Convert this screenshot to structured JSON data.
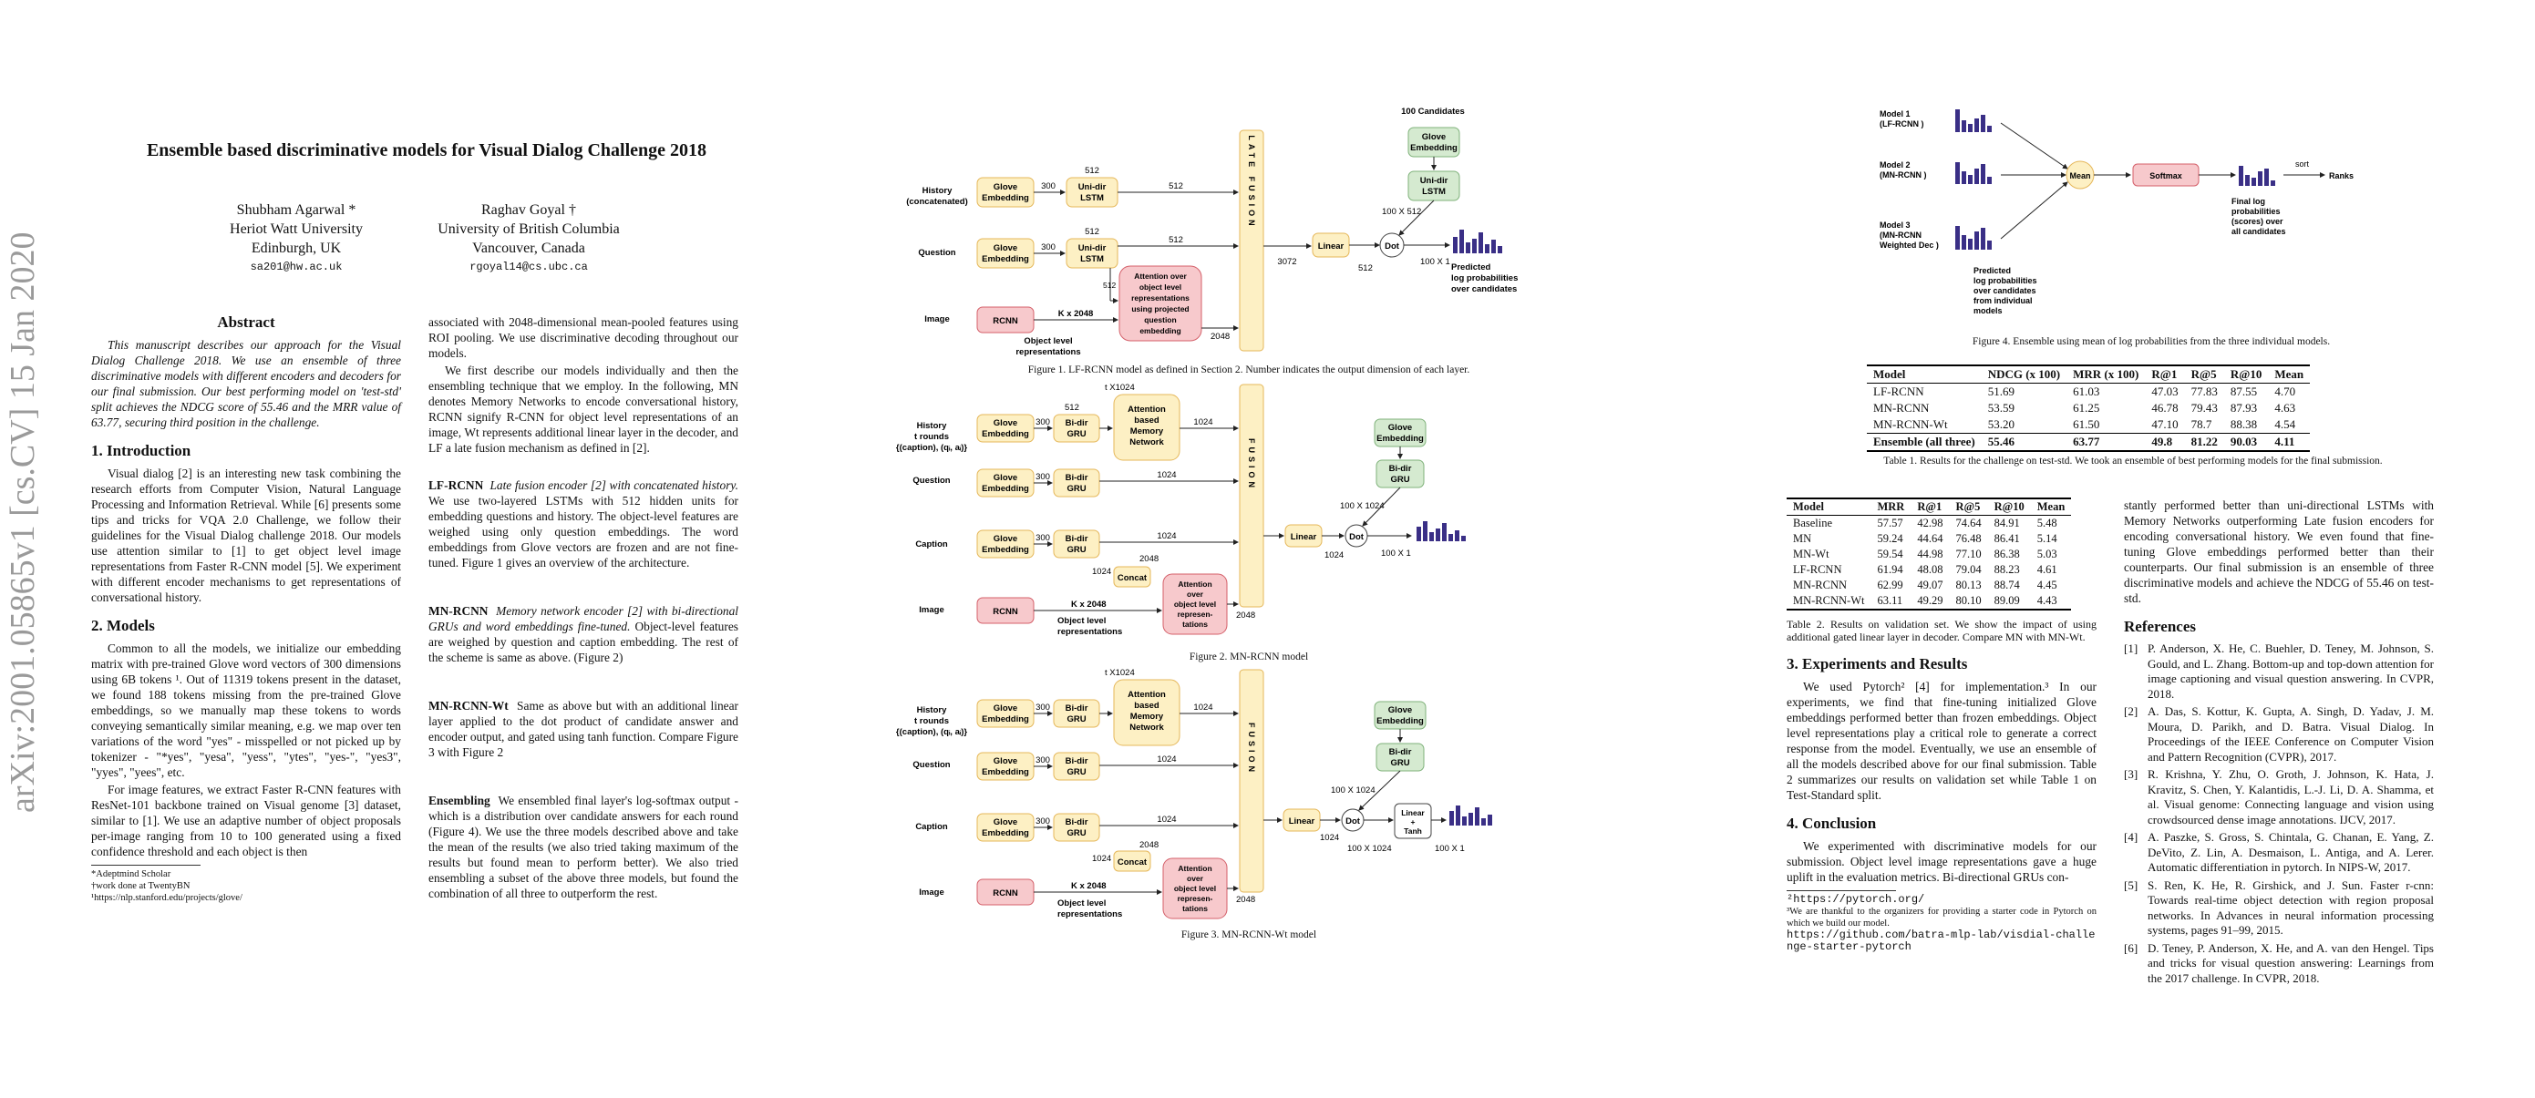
{
  "arxiv_stamp": "arXiv:2001.05865v1  [cs.CV]  15 Jan 2020",
  "paper": {
    "title": "Ensemble based discriminative models for Visual Dialog Challenge 2018",
    "authors": [
      {
        "name": "Shubham Agarwal *",
        "affil": "Heriot Watt University",
        "loc": "Edinburgh, UK",
        "email": "sa201@hw.ac.uk"
      },
      {
        "name": "Raghav Goyal †",
        "affil": "University of British Columbia",
        "loc": "Vancouver, Canada",
        "email": "rgoyal14@cs.ubc.ca"
      }
    ],
    "abstract_heading": "Abstract",
    "abstract": "This manuscript describes our approach for the Visual Dialog Challenge 2018. We use an ensemble of three discriminative models with different encoders and decoders for our final submission. Our best performing model on 'test-std' split achieves the NDCG score of 55.46 and the MRR value of 63.77, securing third position in the challenge.",
    "sec1_heading": "1. Introduction",
    "sec1_p1": "Visual dialog [2] is an interesting new task combining the research efforts from Computer Vision, Natural Language Processing and Information Retrieval. While [6] presents some tips and tricks for VQA 2.0 Challenge, we follow their guidelines for the Visual Dialog challenge 2018. Our models use attention similar to [1] to get object level image representations from Faster R-CNN model [5]. We experiment with different encoder mechanisms to get representations of conversational history.",
    "sec2_heading": "2. Models",
    "sec2_p1": "Common to all the models, we initialize our embedding matrix with pre-trained Glove word vectors of 300 dimensions using 6B tokens ¹. Out of 11319 tokens present in the dataset, we found 188 tokens missing from the pre-trained Glove embeddings, so we manually map these tokens to words conveying semantically similar meaning, e.g. we map over ten variations of the word \"yes\" - misspelled or not picked up by tokenizer - \"*yes\", \"yesa\", \"yess\", \"ytes\", \"yes-\", \"yes3\", \"yyes\", \"yees\", etc.",
    "sec2_p2": "For image features, we extract Faster R-CNN features with ResNet-101 backbone trained on Visual genome [3] dataset, similar to [1]. We use an adaptive number of object proposals per-image ranging from 10 to 100 generated using a fixed confidence threshold and each object is then",
    "footnotes_p1": [
      "*Adeptmind Scholar",
      "†work done at TwentyBN",
      "¹https://nlp.stanford.edu/projects/glove/"
    ],
    "col2_p1": "associated with 2048-dimensional mean-pooled features using ROI pooling. We use discriminative decoding throughout our models.",
    "col2_p2": "We first describe our models individually and then the ensembling technique that we employ. In the following, MN denotes Memory Networks to encode conversational history, RCNN signify R-CNN for object level representations of an image, Wt represents additional linear layer in the decoder, and LF a late fusion mechanism as defined in [2].",
    "lf_head": "LF-RCNN",
    "lf_em": "Late fusion encoder [2] with concatenated history.",
    "lf_text": " We use two-layered LSTMs with 512 hidden units for embedding questions and history. The object-level features are weighed using only question embeddings. The word embeddings from Glove vectors are frozen and are not fine-tuned. Figure 1 gives an overview of the architecture.",
    "mn_head": "MN-RCNN",
    "mn_em": "Memory network encoder [2] with bi-directional GRUs and word embeddings fine-tuned.",
    "mn_text": " Object-level features are weighed by question and caption embedding. The rest of the scheme is same as above. (Figure 2)",
    "mnw_head": "MN-RCNN-Wt",
    "mnw_text": "Same as above but with an additional linear layer applied to the dot product of candidate answer and encoder output, and gated using tanh function. Compare Figure 3 with Figure 2",
    "ens_head": "Ensembling",
    "ens_text": "We ensembled final layer's log-softmax output - which is a distribution over candidate answers for each round (Figure 4). We use the three models described above and take the mean of the results (we also tried taking maximum of the results but found mean to perform better). We also tried ensembling a subset of the above three models, but found the combination of all three to outperform the rest."
  },
  "figures": {
    "fig1_caption": "Figure 1. LF-RCNN model as defined in Section 2. Number indicates the output dimension of each layer.",
    "fig2_caption": "Figure 2. MN-RCNN model",
    "fig3_caption": "Figure 3. MN-RCNN-Wt model",
    "fig4_caption": "Figure 4. Ensemble using mean of log probabilities from the three individual models.",
    "labels": {
      "history_concat": "History",
      "concatenated": "(concatenated)",
      "question": "Question",
      "image": "Image",
      "caption": "Caption",
      "history_t": "History",
      "t_rounds": "t rounds",
      "caption_qa": "{(caption), (qᵢ, aᵢ)}",
      "glove_emb": "Glove",
      "embedding": "Embedding",
      "unidir": "Uni-dir",
      "lstm": "LSTM",
      "bidir": "Bi-dir",
      "gru": "GRU",
      "rcnn": "RCNN",
      "late_fusion": "LATE FUSION",
      "fusion": "FUSION",
      "linear": "Linear",
      "dot": "Dot",
      "concat": "Concat",
      "attn_mem": [
        "Attention",
        "based",
        "Memory",
        "Network"
      ],
      "attn_obj_q": [
        "Attention over",
        "object level",
        "representations",
        "using projected",
        "question",
        "embedding"
      ],
      "attn_obj": [
        "Attention",
        "over",
        "object level",
        "represen-",
        "tations"
      ],
      "candidates": "100 Candidates",
      "predicted": [
        "Predicted",
        "log probabilities",
        "over candidates"
      ],
      "obj_level": [
        "Object level",
        "representations"
      ],
      "kx2048": "K x 2048",
      "linear_tanh": [
        "Linear",
        "+",
        "Tanh"
      ],
      "dims": {
        "d300": "300",
        "d512": "512",
        "d1024": "1024",
        "d2048": "2048",
        "d3072": "3072",
        "t1024": "t X1024",
        "x512": "100 X 512",
        "x1024": "100 X 1024",
        "x1": "100 X 1"
      },
      "fig4": {
        "m1": [
          "Model 1",
          "(LF-RCNN )"
        ],
        "m2": [
          "Model 2",
          "(MN-RCNN )"
        ],
        "m3": [
          "Model 3",
          "(MN-RCNN",
          "Weighted Dec )"
        ],
        "mean": "Mean",
        "softmax": "Softmax",
        "sort": "sort",
        "ranks": "Ranks",
        "pred": [
          "Predicted",
          "log probabilities",
          "over candidates",
          "from individual",
          "models"
        ],
        "final": [
          "Final log",
          "probabilities",
          "(scores) over",
          "all candidates"
        ]
      }
    }
  },
  "table1": {
    "headers": [
      "Model",
      "NDCG (x 100)",
      "MRR (x 100)",
      "R@1",
      "R@5",
      "R@10",
      "Mean"
    ],
    "rows": [
      [
        "LF-RCNN",
        "51.69",
        "61.03",
        "47.03",
        "77.83",
        "87.55",
        "4.70"
      ],
      [
        "MN-RCNN",
        "53.59",
        "61.25",
        "46.78",
        "79.43",
        "87.93",
        "4.63"
      ],
      [
        "MN-RCNN-Wt",
        "53.20",
        "61.50",
        "47.10",
        "78.7",
        "88.38",
        "4.54"
      ],
      [
        "Ensemble (all three)",
        "55.46",
        "63.77",
        "49.8",
        "81.22",
        "90.03",
        "4.11"
      ]
    ],
    "caption": "Table 1. Results for the challenge on test-std. We took an ensemble of best performing models for the final submission."
  },
  "table2": {
    "headers": [
      "Model",
      "MRR",
      "R@1",
      "R@5",
      "R@10",
      "Mean"
    ],
    "rows": [
      [
        "Baseline",
        "57.57",
        "42.98",
        "74.64",
        "84.91",
        "5.48"
      ],
      [
        "MN",
        "59.24",
        "44.64",
        "76.48",
        "86.41",
        "5.14"
      ],
      [
        "MN-Wt",
        "59.54",
        "44.98",
        "77.10",
        "86.38",
        "5.03"
      ],
      [
        "LF-RCNN",
        "61.94",
        "48.08",
        "79.04",
        "88.23",
        "4.61"
      ],
      [
        "MN-RCNN",
        "62.99",
        "49.07",
        "80.13",
        "88.74",
        "4.45"
      ],
      [
        "MN-RCNN-Wt",
        "63.11",
        "49.29",
        "80.10",
        "89.09",
        "4.43"
      ]
    ],
    "caption": "Table 2. Results on validation set. We show the impact of using additional gated linear layer in decoder. Compare MN with MN-Wt."
  },
  "sec3": {
    "heading": "3. Experiments and Results",
    "text": "We used Pytorch² [4] for implementation.³ In our experiments, we find that fine-tuning initialized Glove embeddings performed better than frozen embeddings. Object level representations play a critical role to generate a correct response from the model. Eventually, we use an ensemble of all the models described above for our final submission. Table 2 summarizes our results on validation set while Table 1 on Test-Standard split."
  },
  "sec4": {
    "heading": "4. Conclusion",
    "text": "We experimented with discriminative models for our submission. Object level image representations gave a huge uplift in the evaluation metrics. Bi-directional GRUs con-",
    "text_cont": "stantly performed better than uni-directional LSTMs with Memory Networks outperforming Late fusion encoders for encoding conversational history. We even found that fine-tuning Glove embeddings performed better than their counterparts. Our final submission is an ensemble of three discriminative models and achieve the NDCG of 55.46 on test-std."
  },
  "footnotes_p2": {
    "f2": "²https://pytorch.org/",
    "f3": "³We are thankful to the organizers for providing a starter code in Pytorch on which we build our model.",
    "f3_url": "https://github.com/batra-mlp-lab/visdial-challenge-starter-pytorch"
  },
  "references": {
    "heading": "References",
    "items": [
      {
        "n": "[1]",
        "text": "P. Anderson, X. He, C. Buehler, D. Teney, M. Johnson, S. Gould, and L. Zhang. Bottom-up and top-down attention for image captioning and visual question answering. In CVPR, 2018."
      },
      {
        "n": "[2]",
        "text": "A. Das, S. Kottur, K. Gupta, A. Singh, D. Yadav, J. M. Moura, D. Parikh, and D. Batra. Visual Dialog. In Proceedings of the IEEE Conference on Computer Vision and Pattern Recognition (CVPR), 2017."
      },
      {
        "n": "[3]",
        "text": "R. Krishna, Y. Zhu, O. Groth, J. Johnson, K. Hata, J. Kravitz, S. Chen, Y. Kalantidis, L.-J. Li, D. A. Shamma, et al. Visual genome: Connecting language and vision using crowdsourced dense image annotations. IJCV, 2017."
      },
      {
        "n": "[4]",
        "text": "A. Paszke, S. Gross, S. Chintala, G. Chanan, E. Yang, Z. DeVito, Z. Lin, A. Desmaison, L. Antiga, and A. Lerer. Automatic differentiation in pytorch. In NIPS-W, 2017."
      },
      {
        "n": "[5]",
        "text": "S. Ren, K. He, R. Girshick, and J. Sun. Faster r-cnn: Towards real-time object detection with region proposal networks. In Advances in neural information processing systems, pages 91–99, 2015."
      },
      {
        "n": "[6]",
        "text": "D. Teney, P. Anderson, X. He, and A. van den Hengel. Tips and tricks for visual question answering: Learnings from the 2017 challenge. In CVPR, 2018."
      }
    ]
  },
  "colors": {
    "yellow": "#fdf0c4",
    "yellow_stroke": "#e5b75a",
    "pink": "#f7c9cc",
    "pink_stroke": "#d4606a",
    "green": "#d5ead0",
    "green_stroke": "#7fb27a",
    "bars": "#3a2f86"
  }
}
